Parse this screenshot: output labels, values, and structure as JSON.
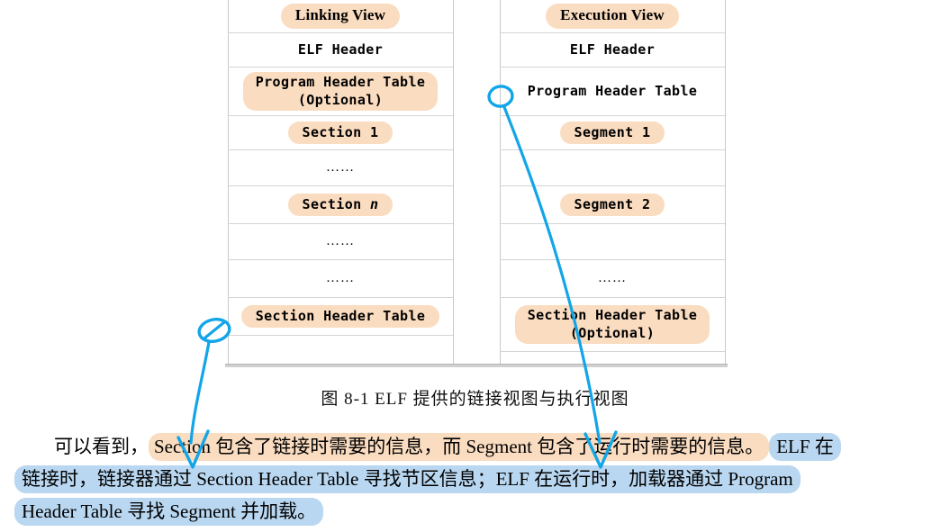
{
  "figure": {
    "linking": {
      "title": "Linking View",
      "rows": [
        {
          "text": "ELF Header",
          "highlight": false,
          "mono": true
        },
        {
          "text": "Program Header Table\n(Optional)",
          "highlight": true,
          "mono": true
        },
        {
          "text": "Section 1",
          "highlight": true,
          "mono": true
        },
        {
          "text": "……",
          "highlight": false,
          "mono": false
        },
        {
          "text": "Section n",
          "highlight": true,
          "mono": true,
          "italic_tail": "n"
        },
        {
          "text": "……",
          "highlight": false,
          "mono": false
        },
        {
          "text": "……",
          "highlight": false,
          "mono": false
        },
        {
          "text": "Section Header Table",
          "highlight": true,
          "mono": true
        }
      ]
    },
    "execution": {
      "title": "Execution View",
      "rows": [
        {
          "text": "ELF Header",
          "highlight": false,
          "mono": true
        },
        {
          "text": "Program Header Table",
          "highlight": false,
          "mono": true
        },
        {
          "text": "Segment 1",
          "highlight": true,
          "mono": true
        },
        {
          "text": "",
          "highlight": false,
          "mono": false
        },
        {
          "text": "Segment 2",
          "highlight": true,
          "mono": true
        },
        {
          "text": "",
          "highlight": false,
          "mono": false
        },
        {
          "text": "……",
          "highlight": false,
          "mono": false
        },
        {
          "text": "Section Header Table\n(Optional)",
          "highlight": true,
          "mono": true
        }
      ]
    }
  },
  "caption": "图 8-1  ELF 提供的链接视图与执行视图",
  "body": {
    "line1_indent_lead": "可以看到，",
    "line1_orange": "Section 包含了链接时需要的信息，而 Segment 包含了运行时需要的信息。",
    "line1_blue": "ELF 在",
    "line2_blue": "链接时，链接器通过 Section Header Table 寻找节区信息；ELF 在运行时，加载器通过 Program",
    "line3_blue": "Header Table 寻找 Segment 并加载。"
  },
  "colors": {
    "highlight_orange": "#fadcc0",
    "highlight_blue": "#b9d7f0",
    "annotation_ink": "#12a5e8",
    "table_rule": "#d4d4d4"
  },
  "annotations": {
    "circle_left_label": "circled Section Header Table (linking view)",
    "circle_right_label": "circled Program Header Table (execution view)",
    "arrow_left_label": "arrow to Section Header Table in paragraph",
    "arrow_right_label": "arrow to Program Header Table in paragraph"
  }
}
